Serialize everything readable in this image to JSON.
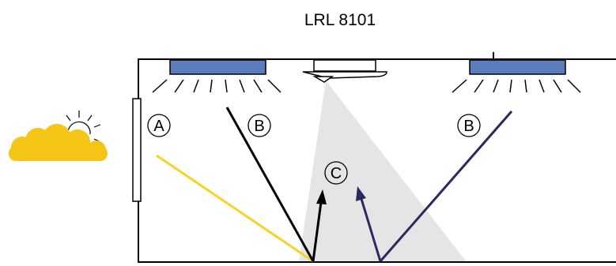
{
  "title": "LRL 8101",
  "labels": {
    "a": "A",
    "b_left": "B",
    "b_right": "B",
    "c": "C"
  },
  "colors": {
    "luminaire_fill": "#5b7dbb",
    "daylight_ray": "#f5d327",
    "reflected_ray": "#2a2860",
    "direct_ray": "#000000",
    "sensor_cone": "#e5e5e5",
    "cloud": "#f5c518"
  },
  "icons": {
    "weather": "sun-behind-cloud-icon",
    "sensor": "ceiling-sensor-icon"
  }
}
